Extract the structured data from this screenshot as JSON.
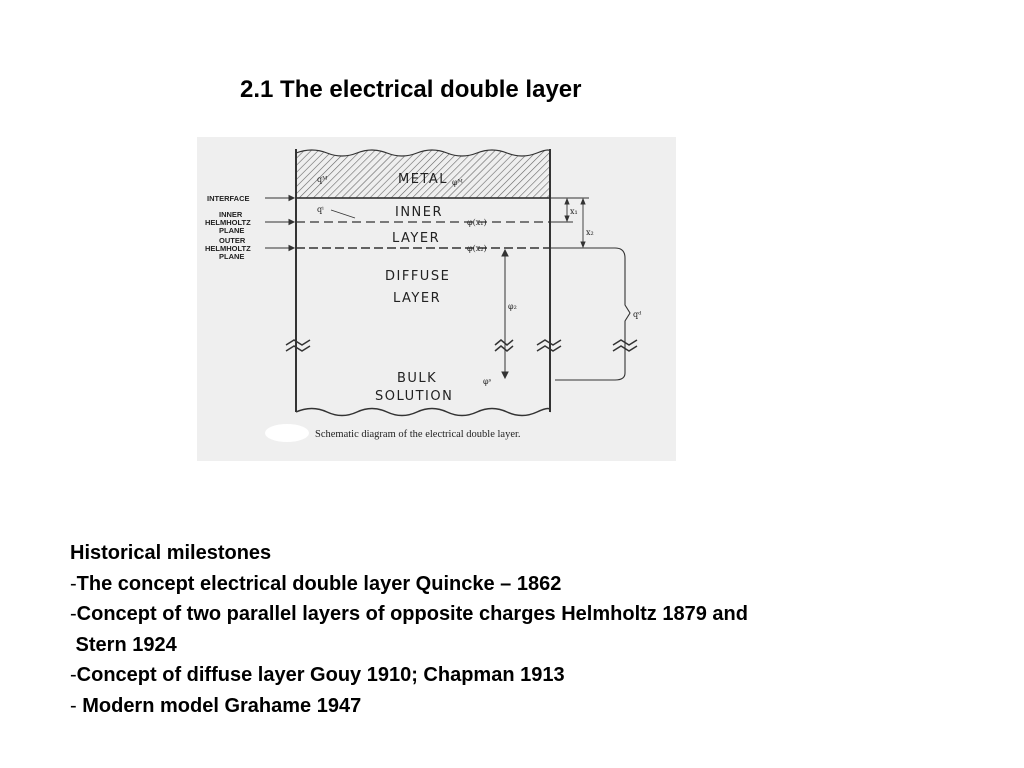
{
  "slide": {
    "title": "2.1  The electrical double layer"
  },
  "figure": {
    "left_labels": [
      "INTERFACE",
      "INNER",
      "HELMHOLTZ",
      "PLANE",
      "OUTER",
      "HELMHOLTZ",
      "PLANE"
    ],
    "regions": [
      "METAL",
      "INNER",
      "LAYER",
      "DIFFUSE",
      "LAYER",
      "BULK",
      "SOLUTION"
    ],
    "symbols": {
      "q_metal": "qᴹ",
      "phi_metal": "φᴹ",
      "q_inner": "qⁱ",
      "phi_x1": "φ(x₁)",
      "phi_x2": "φ(x₂)",
      "phi_diffuse": "φ₂",
      "phi_solution": "φˢ",
      "x1": "x₁",
      "x2": "x₂",
      "q_diffuse": "qᵈ"
    },
    "caption": "Schematic diagram of the electrical double layer."
  },
  "milestones": {
    "heading": "Historical milestones",
    "items": [
      {
        "prefix": "-",
        "lines": [
          "The concept electrical double layer Quincke – 1862"
        ]
      },
      {
        "prefix": "-",
        "lines": [
          "Concept of two parallel layers of opposite charges Helmholtz 1879 and",
          " Stern 1924"
        ]
      },
      {
        "prefix": "-",
        "lines": [
          "Concept of diffuse layer Gouy 1910; Chapman 1913"
        ]
      },
      {
        "prefix": "- ",
        "lines": [
          "Modern model Grahame 1947"
        ]
      }
    ]
  }
}
